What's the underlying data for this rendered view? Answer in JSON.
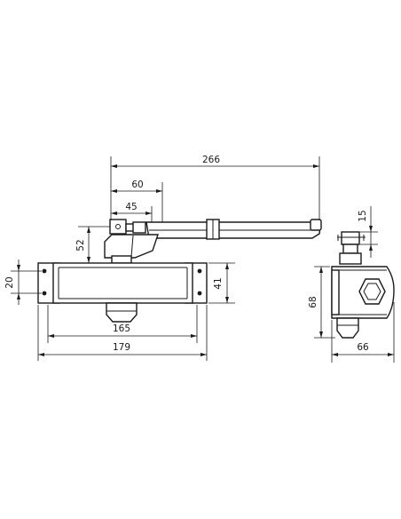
{
  "dimensions": {
    "arm_total": "266",
    "arm_60": "60",
    "arm_45": "45",
    "height_52": "52",
    "body_height_20": "20",
    "body_height_41": "41",
    "body_length_165": "165",
    "body_length_179": "179",
    "side_height_68": "68",
    "side_width_66": "66",
    "side_top_15": "15"
  }
}
